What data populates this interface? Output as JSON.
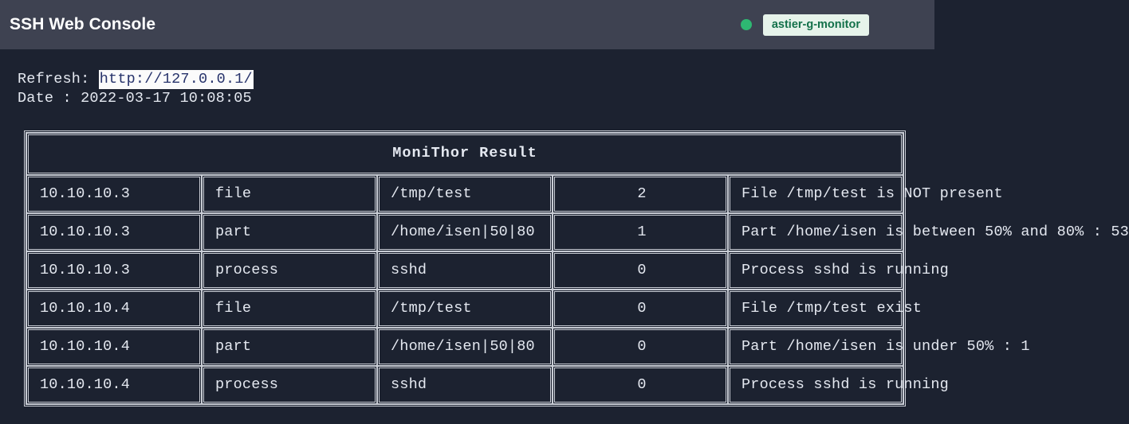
{
  "topbar": {
    "title": "SSH Web Console",
    "status_dot": "online-dot",
    "host_badge": "astier-g-monitor",
    "dot_color": "#2eb872",
    "badge_bg": "#e6f3ea",
    "badge_fg": "#13714a"
  },
  "meta": {
    "refresh_label": "Refresh: ",
    "refresh_url": "http://127.0.0.1/",
    "date_label": "Date : ",
    "date_value": "2022-03-17 10:08:05"
  },
  "table": {
    "title": "MoniThor Result",
    "rows": [
      {
        "host": "10.10.10.3",
        "type": "file",
        "target": "/tmp/test",
        "code": "2",
        "message": "File /tmp/test is NOT present"
      },
      {
        "host": "10.10.10.3",
        "type": "part",
        "target": "/home/isen|50|80",
        "code": "1",
        "message": "Part /home/isen is between 50% and 80% : 53"
      },
      {
        "host": "10.10.10.3",
        "type": "process",
        "target": "sshd",
        "code": "0",
        "message": "Process sshd is running"
      },
      {
        "host": "10.10.10.4",
        "type": "file",
        "target": "/tmp/test",
        "code": "0",
        "message": "File /tmp/test exist"
      },
      {
        "host": "10.10.10.4",
        "type": "part",
        "target": "/home/isen|50|80",
        "code": "0",
        "message": "Part /home/isen is under 50% : 1"
      },
      {
        "host": "10.10.10.4",
        "type": "process",
        "target": "sshd",
        "code": "0",
        "message": "Process sshd is running"
      }
    ]
  },
  "colors": {
    "page_bg": "#1c2230",
    "topbar_bg": "#3e4251",
    "text": "#e4e8f0",
    "border": "#c8ccd4"
  }
}
